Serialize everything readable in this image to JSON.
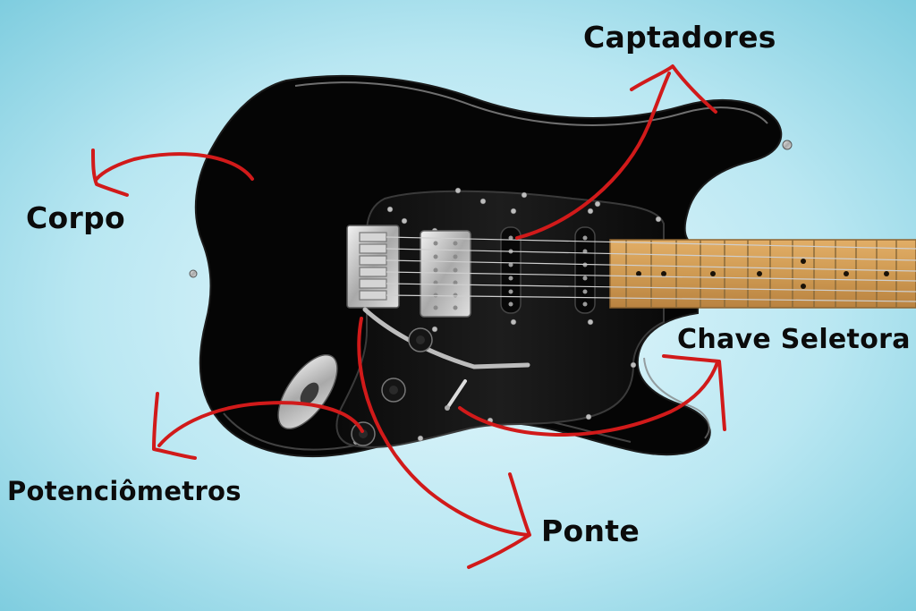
{
  "labels": {
    "captadores": "Captadores",
    "corpo": "Corpo",
    "chave_seletora": "Chave Seletora",
    "potenciometros": "Potenciômetros",
    "ponte": "Ponte"
  },
  "colors": {
    "background_center": "#e8f8fc",
    "background_edge": "#7fcfe0",
    "guitar_body": "#050505",
    "fretboard": "#d19a55",
    "arrow": "#d11a1a",
    "chrome": "#c9c9c9"
  }
}
